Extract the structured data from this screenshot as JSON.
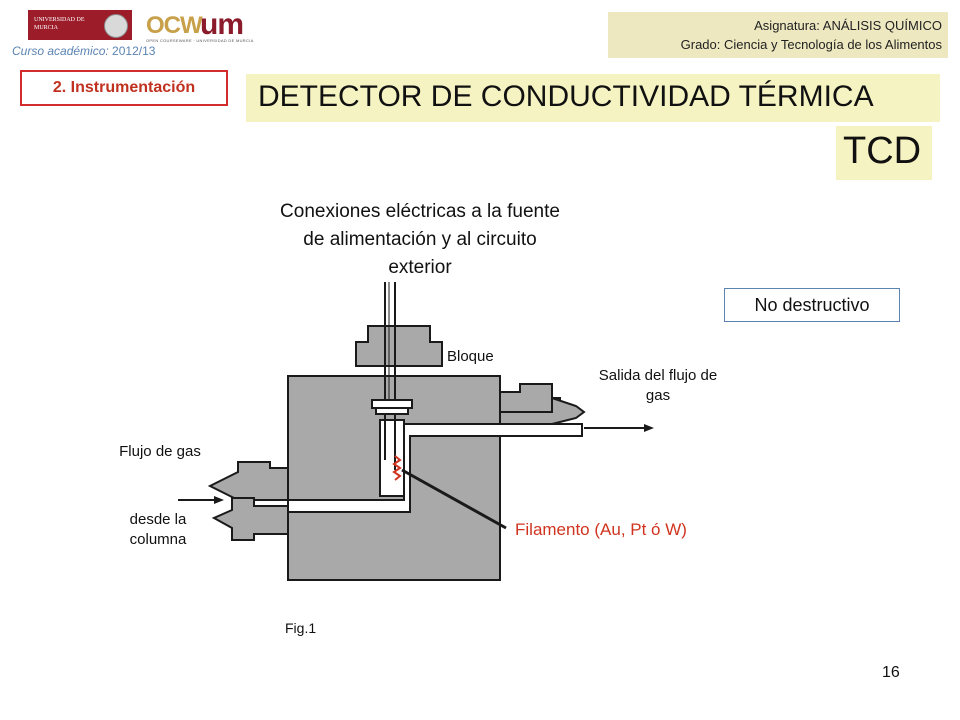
{
  "header": {
    "university_logo_text": "UNIVERSIDAD DE MURCIA",
    "ocw_logo_text": "OCW",
    "um_logo_text": "um",
    "ocw_logo_subtext": "OPEN COURSEWARE · UNIVERSIDAD DE MURCIA",
    "curso_label": "Curso académico:",
    "curso_value": " 2012/13",
    "asignatura": "Asignatura: ANÁLISIS QUÍMICO",
    "grado": "Grado: Ciencia y Tecnología de los Alimentos"
  },
  "section": "2. Instrumentación",
  "title": "DETECTOR DE CONDUCTIVIDAD TÉRMICA",
  "abbrev": "TCD",
  "note": "No destructivo",
  "diagram": {
    "labels": {
      "conexiones": "Conexiones eléctricas a la fuente de alimentación y al circuito exterior",
      "bloque": "Bloque",
      "salida": "Salida del flujo de gas",
      "flujo": "Flujo de gas",
      "desde": "desde la columna",
      "filamento": "Filamento (Au, Pt ó W)"
    },
    "colors": {
      "block_fill": "#a9a9a9",
      "outline": "#1a1a1a",
      "filament": "#d0341f"
    }
  },
  "figure_caption": "Fig.1",
  "page_number": "16"
}
